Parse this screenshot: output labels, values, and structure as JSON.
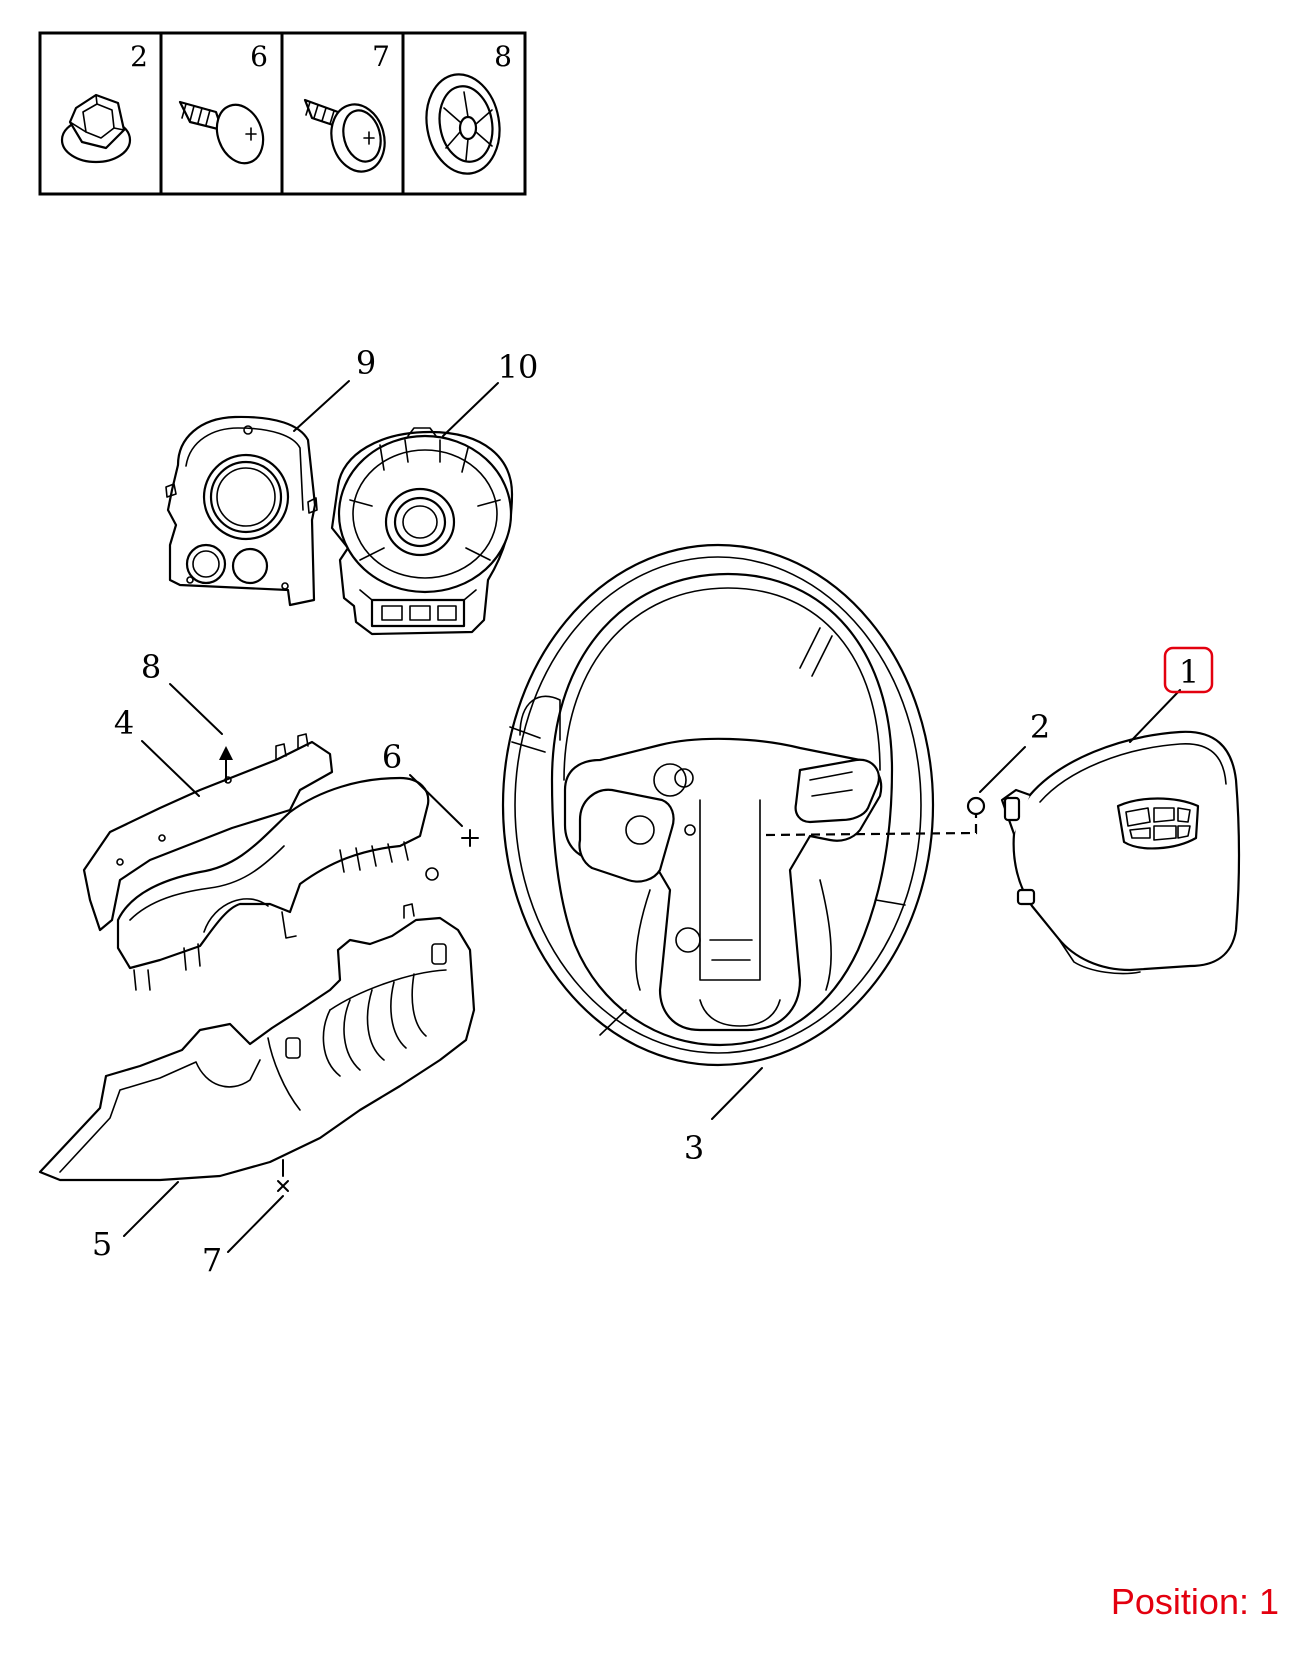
{
  "fastener_legend": [
    {
      "number": "2",
      "icon": "hex-flange-nut-icon"
    },
    {
      "number": "6",
      "icon": "pan-head-tapping-screw-icon"
    },
    {
      "number": "7",
      "icon": "washer-head-screw-icon"
    },
    {
      "number": "8",
      "icon": "push-clip-icon"
    }
  ],
  "callouts": {
    "part1": "1",
    "part2": "2",
    "part3": "3",
    "part4": "4",
    "part5": "5",
    "part6": "6",
    "part7": "7",
    "part8": "8",
    "part9": "9",
    "part10": "10"
  },
  "highlight": {
    "part": "1",
    "color": "#e3000f"
  },
  "footer": {
    "position_label": "Position: 1"
  },
  "colors": {
    "line": "#000000",
    "background": "#ffffff",
    "highlight": "#e3000f"
  }
}
